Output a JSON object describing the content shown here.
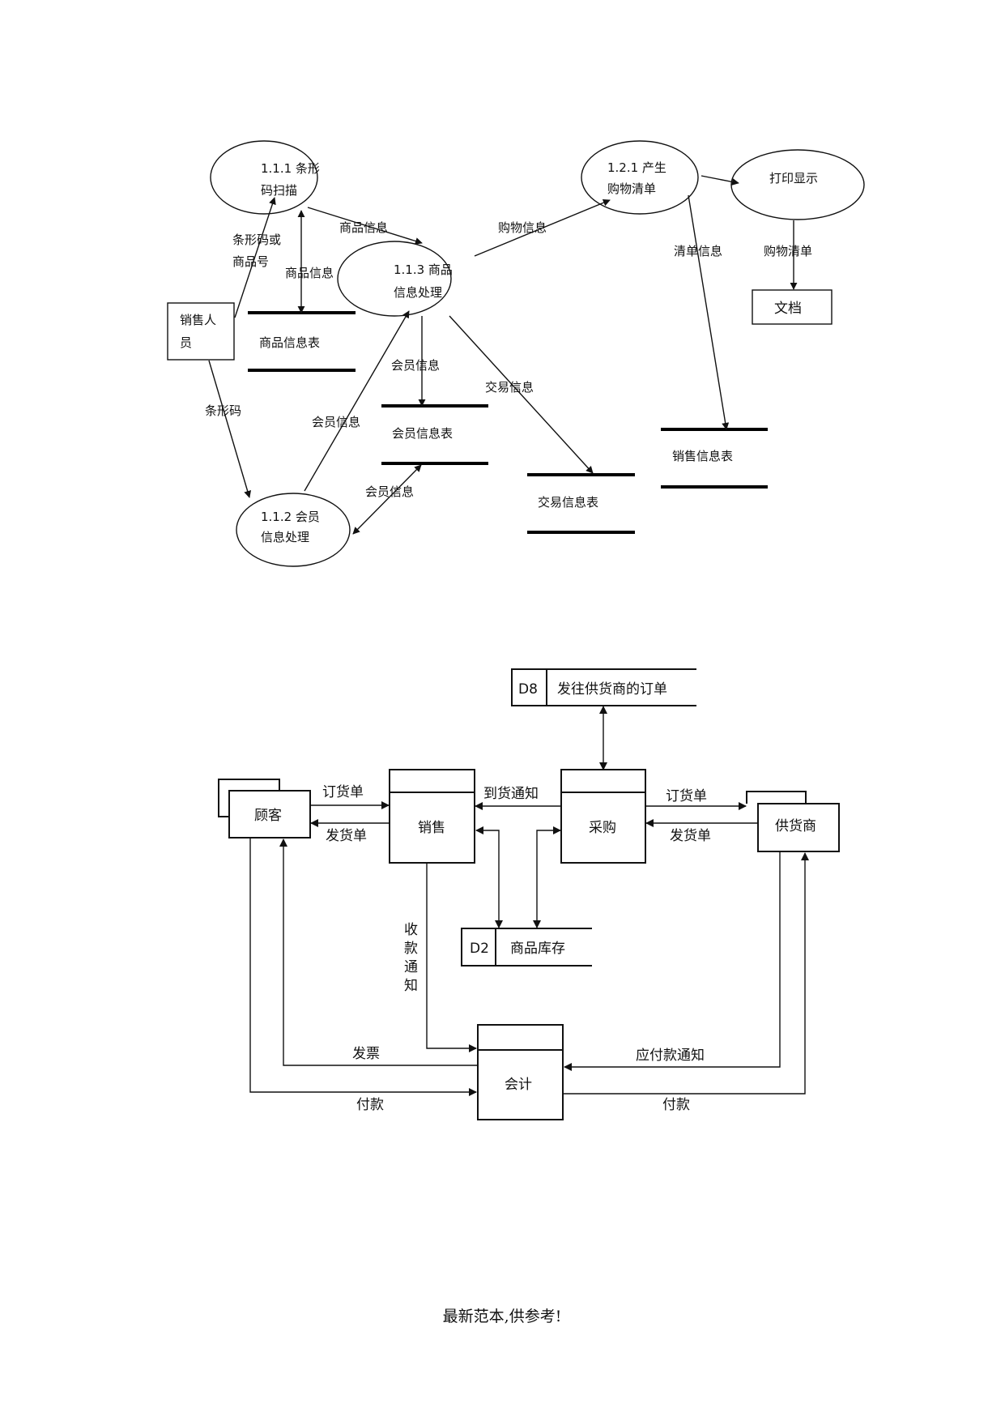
{
  "dfd1": {
    "processes": {
      "p111": [
        "1.1.1  条形",
        "码扫描"
      ],
      "p113": [
        "1.1.3  商品",
        "信息处理"
      ],
      "p112": [
        "1.1.2  会员",
        "信息处理"
      ],
      "p121": [
        "1.2.1  产生",
        "购物清单"
      ],
      "print": "打印显示"
    },
    "entities": {
      "sales": [
        "销售人",
        "员"
      ],
      "doc": "文档"
    },
    "stores": {
      "goods": "商品信息表",
      "member": "会员信息表",
      "trade": "交易信息表",
      "sale": "销售信息表"
    },
    "flows": {
      "barcode_or_no": [
        "条形码或",
        "商品号"
      ],
      "goods_info_1": "商品信息",
      "goods_info_2": "商品信息",
      "buy_info": "购物信息",
      "list_info": "清单信息",
      "shop_list": "购物清单",
      "barcode": "条形码",
      "member_info_1": "会员信息",
      "member_info_2": "会员信息",
      "member_info_3": "会员信息",
      "trade_info": "交易信息"
    }
  },
  "dfd2": {
    "stores": {
      "d8_id": "D8",
      "d8_name": "发往供货商的订单",
      "d2_id": "D2",
      "d2_name": "商品库存"
    },
    "entities": {
      "customer": "顾客",
      "supplier": "供货商"
    },
    "processes": {
      "sales": "销售",
      "purchase": "采购",
      "accounting": "会计"
    },
    "flows": {
      "order_1": "订货单",
      "ship_1": "发货单",
      "arrival": "到货通知",
      "order_2": "订货单",
      "ship_2": "发货单",
      "collect": [
        "收",
        "款",
        "通",
        "知"
      ],
      "invoice": "发票",
      "payable": "应付款通知",
      "pay_1": "付款",
      "pay_2": "付款"
    }
  },
  "footer": "最新范本,供参考!"
}
